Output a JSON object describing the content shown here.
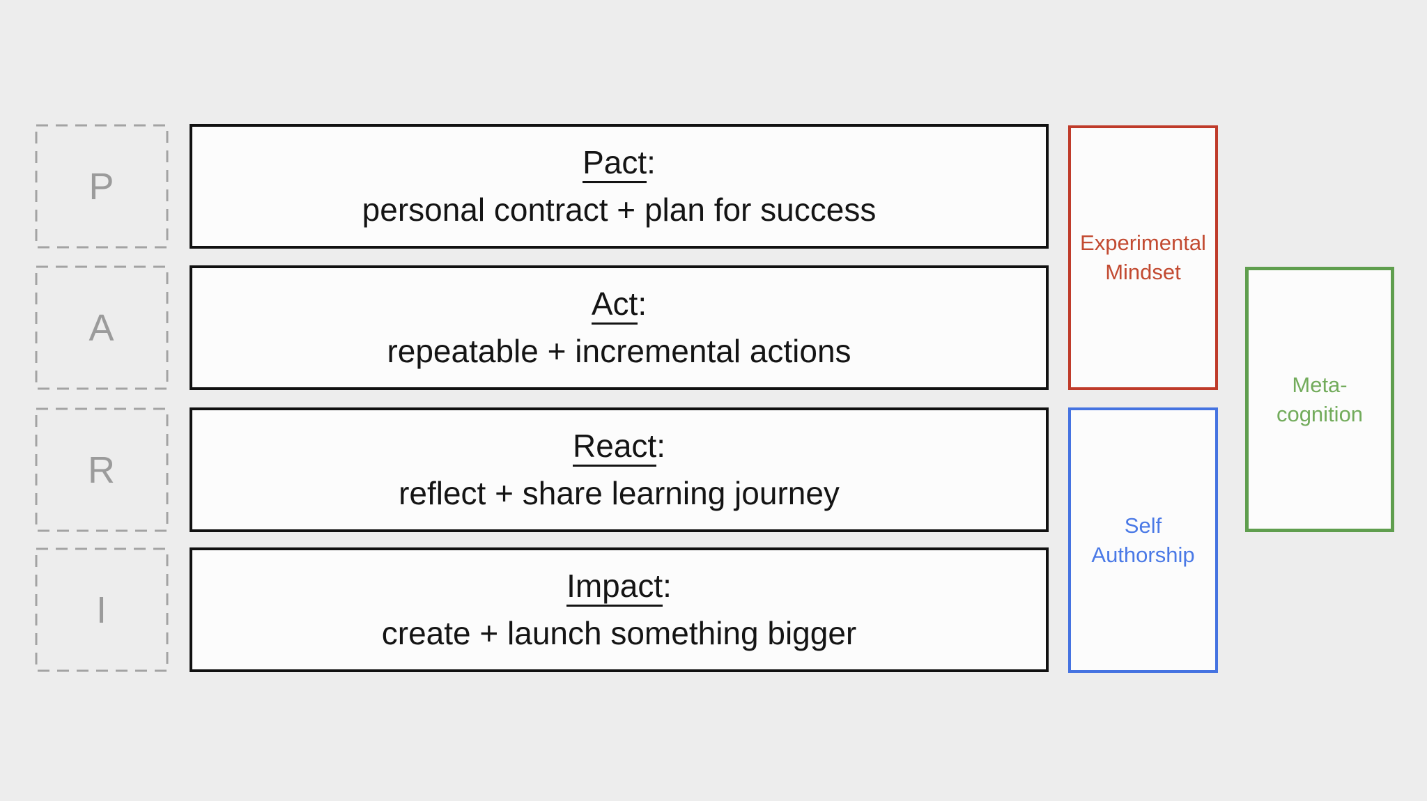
{
  "diagram": {
    "background_color": "#ededed",
    "acronym": {
      "letters": [
        "P",
        "A",
        "R",
        "I"
      ],
      "dash_border_color": "#a3a3a3",
      "letter_color": "#9b9b9b"
    },
    "rows": [
      {
        "title": "Pact",
        "suffix": ":",
        "description": "personal contract + plan for success"
      },
      {
        "title": "Act",
        "suffix": ":",
        "description": "repeatable + incremental actions"
      },
      {
        "title": "React",
        "suffix": ":",
        "description": "reflect + share learning journey"
      },
      {
        "title": "Impact",
        "suffix": ":",
        "description": "create + launch something bigger"
      }
    ],
    "overlays": [
      {
        "id": "experimental-mindset",
        "line1": "Experimental",
        "line2": "Mindset",
        "color": "#bf3b2a"
      },
      {
        "id": "self-authorship",
        "line1": "Self",
        "line2": "Authorship",
        "color": "#4573e1"
      },
      {
        "id": "meta-cognition",
        "line1": "Meta-",
        "line2": "cognition",
        "color": "#68a455"
      }
    ]
  }
}
